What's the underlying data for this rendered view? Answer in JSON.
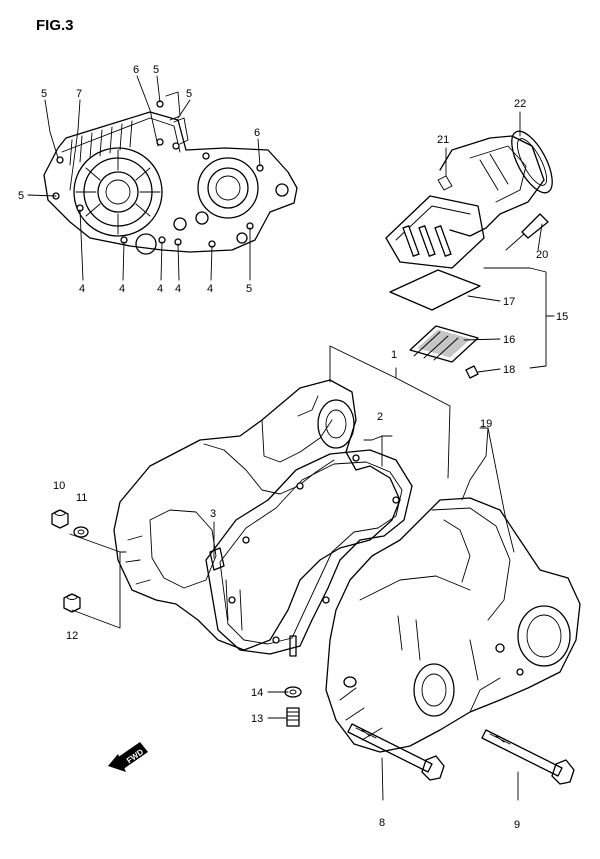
{
  "figure": {
    "title": "FIG.3",
    "fwd_label": "FWD"
  },
  "callouts": [
    {
      "id": "c1",
      "text": "1"
    },
    {
      "id": "c2",
      "text": "2"
    },
    {
      "id": "c3",
      "text": "3"
    },
    {
      "id": "c4a",
      "text": "4"
    },
    {
      "id": "c4b",
      "text": "4"
    },
    {
      "id": "c4c",
      "text": "4"
    },
    {
      "id": "c4d",
      "text": "4"
    },
    {
      "id": "c4e",
      "text": "4"
    },
    {
      "id": "c5a",
      "text": "5"
    },
    {
      "id": "c5b",
      "text": "5"
    },
    {
      "id": "c5c",
      "text": "5"
    },
    {
      "id": "c5d",
      "text": "5"
    },
    {
      "id": "c5e",
      "text": "5"
    },
    {
      "id": "c6a",
      "text": "6"
    },
    {
      "id": "c6b",
      "text": "6"
    },
    {
      "id": "c7",
      "text": "7"
    },
    {
      "id": "c8",
      "text": "8"
    },
    {
      "id": "c9",
      "text": "9"
    },
    {
      "id": "c10",
      "text": "10"
    },
    {
      "id": "c11",
      "text": "11"
    },
    {
      "id": "c12",
      "text": "12"
    },
    {
      "id": "c13",
      "text": "13"
    },
    {
      "id": "c14",
      "text": "14"
    },
    {
      "id": "c15",
      "text": "15"
    },
    {
      "id": "c16",
      "text": "16"
    },
    {
      "id": "c17",
      "text": "17"
    },
    {
      "id": "c18",
      "text": "18"
    },
    {
      "id": "c19",
      "text": "19"
    },
    {
      "id": "c20",
      "text": "20"
    },
    {
      "id": "c21",
      "text": "21"
    },
    {
      "id": "c22",
      "text": "22"
    }
  ]
}
